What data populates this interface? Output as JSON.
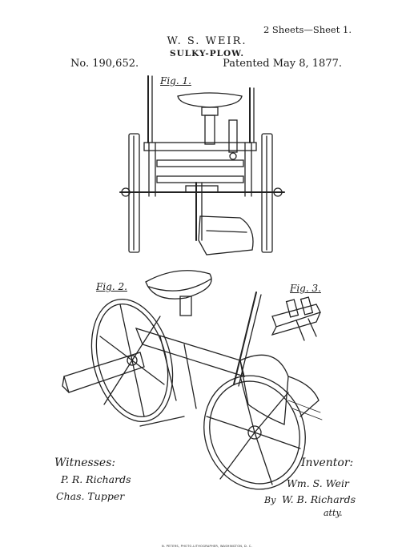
{
  "header": {
    "sheet_info": "2 Sheets—Sheet 1.",
    "inventor_name": "W. S. WEIR.",
    "title": "SULKY-PLOW.",
    "patent_number": "No. 190,652.",
    "patent_date": "Patented May 8, 1877."
  },
  "figures": {
    "fig1_label": "Fig. 1.",
    "fig2_label": "Fig. 2.",
    "fig3_label": "Fig. 3."
  },
  "signatures": {
    "witnesses_label": "Witnesses:",
    "witness_1": "P. R. Richards",
    "witness_2": "Chas. Tupper",
    "inventor_label": "Inventor:",
    "inventor_signature": "Wm. S. Weir",
    "attorney_by": "By",
    "attorney": "W. B. Richards",
    "attorney_title": "atty."
  },
  "printer_line": "N. PETERS, PHOTO-LITHOGRAPHER, WASHINGTON, D. C."
}
